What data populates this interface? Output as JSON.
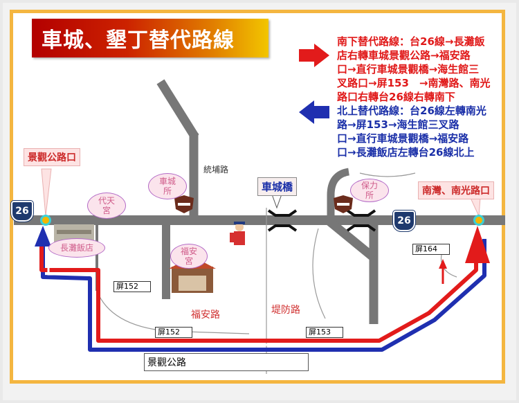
{
  "title": "車城、墾丁替代路線",
  "south_route": "南下替代路線：台26線→長灘飯\n店右轉車城景觀公路→福安路\n口→直行車城景觀橋→海生館三\n叉路口→屏153　→南灣路、南光\n路口右轉台26線右轉南下",
  "north_route": "北上替代路線：台26線左轉南光\n路→屏153→海生館三叉路\n口→直行車城景觀橋→福安路\n口→長灘飯店左轉台26線北上",
  "callouts": {
    "left_junction": "景觀公路口",
    "right_junction": "南灣、南光路口",
    "bridge": "車城橋"
  },
  "places": {
    "daitian_temple": "代天\n宮",
    "checheng_office": "車城\n所",
    "baoli_office": "保力\n所",
    "fuan_temple": "福安\n宮",
    "hotel": "長灘飯店"
  },
  "roads": {
    "tongpu": "統埔路",
    "fuan": "福安路",
    "dike": "堤防路",
    "landscape": "景觀公路",
    "ping152a": "屏152",
    "ping152b": "屏152",
    "ping153": "屏153",
    "ping164": "屏164"
  },
  "route_shield": "26",
  "colors": {
    "south": "#e21b1b",
    "north": "#1f2fb0",
    "road": "#777777",
    "accent": "#f4b640"
  }
}
